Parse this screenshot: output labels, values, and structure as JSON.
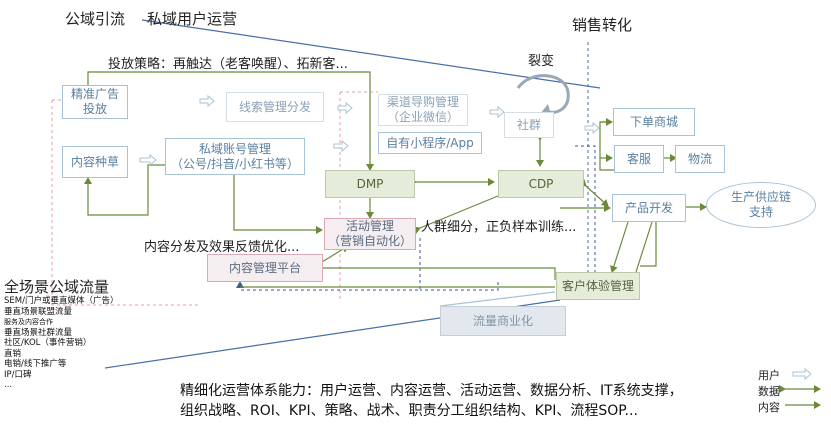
{
  "headers": {
    "public_traffic": "公域引流",
    "private_ops": "私域用户运营",
    "sales_conversion": "销售转化",
    "fission": "裂变"
  },
  "notes": {
    "strategy": "投放策略：再触达（老客唤醒）、拓新客...",
    "content_feedback": "内容分发及效果反馈优化...",
    "segmentation": "人群细分，正负样本训练..."
  },
  "boxes": {
    "precise_ads": [
      "精准广告",
      "投放"
    ],
    "content_seeding": "内容种草",
    "lead_mgmt": "线索管理分发",
    "private_account": [
      "私域账号管理",
      "（公号/抖音/小红书等）"
    ],
    "channel_guide": [
      "渠道导购管理",
      "（企业微信）"
    ],
    "own_app": "自有小程序/App",
    "community": "社群",
    "dmp": "DMP",
    "cdp": "CDP",
    "campaign": [
      "活动管理",
      "（营销自动化）"
    ],
    "content_platform": "内容管理平台",
    "order_mall": "下单商城",
    "customer_service": "客服",
    "logistics": "物流",
    "product_dev": "产品开发",
    "supply_chain": [
      "生产供应链",
      "支持"
    ],
    "cx_mgmt": "客户体验管理",
    "traffic_commercial": "流量商业化"
  },
  "traffic_sources": {
    "title": "全场景公域流量",
    "items": [
      "SEM/门户或垂直媒体（广告）",
      "垂直场景联盟流量",
      "服务及内容合作",
      "垂直场景社群流量",
      "社区/KOL（事件营销）",
      "直销",
      "电销/线下推广等",
      "IP/口碑",
      "..."
    ]
  },
  "capabilities": {
    "line1": "精细化运营体系能力：用户运营、内容运营、活动运营、数据分析、IT系统支撑，",
    "line2": "组织战略、ROI、KPI、策略、战术、职责分工组织结构、KPI、流程SOP..."
  },
  "legend": {
    "user": "用户",
    "data": "数据",
    "content": "内容"
  },
  "colors": {
    "user_arrow": "#a9c3d6",
    "data_arrow": "#6a8a3a",
    "content_arrow": "#6a8a3a",
    "dashed_red": "#e0a0a8",
    "dashed_blue": "#6080c0",
    "divider": "#4a6fa8"
  }
}
